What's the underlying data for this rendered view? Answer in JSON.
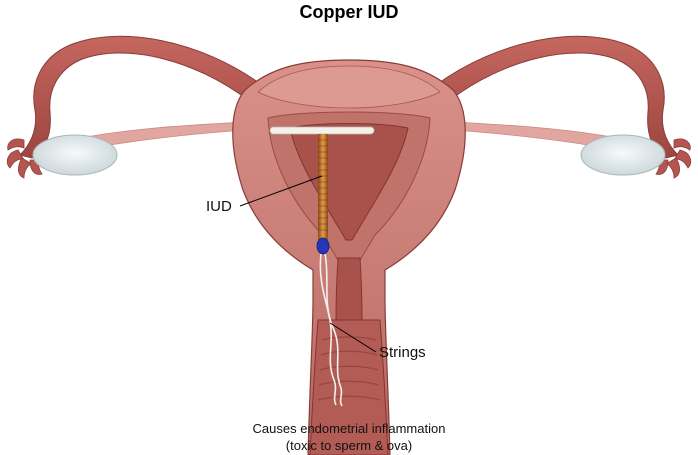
{
  "title": "Copper IUD",
  "labels": {
    "iud": "IUD",
    "strings": "Strings"
  },
  "caption": {
    "line1": "Causes endometrial inflammation",
    "line2": "(toxic to sperm & ova)"
  },
  "colors": {
    "tissue": "#c97f78",
    "tissue_dark": "#9e4a44",
    "tissue_light": "#e3aaa3",
    "ovary": "#e9eef0",
    "copper": "#c8742a",
    "tip": "#2636b8"
  }
}
